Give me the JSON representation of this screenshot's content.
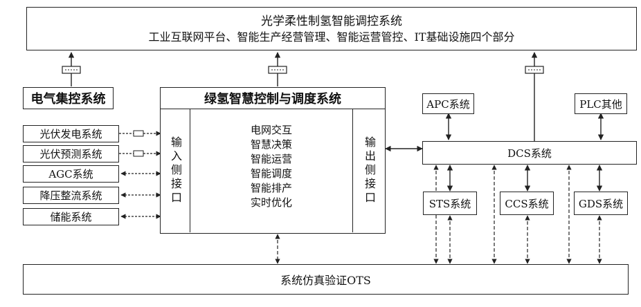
{
  "top_box": {
    "title": "光学柔性制氢智能调控系统",
    "subtitle": "工业互联网平台、智能生产经营管理、智能运营管控、IT基础设施四个部分"
  },
  "electric_box": {
    "label": "电气集控系统"
  },
  "green_box": {
    "title": "绿氢智慧控制与调度系统",
    "input_label": "输入侧接口",
    "output_label": "输出侧接口",
    "functions": [
      "电网交互",
      "智慧决策",
      "智能运营",
      "智能调度",
      "智能排产",
      "实时优化"
    ]
  },
  "left_inputs": [
    "光伏发电系统",
    "光伏预测系统",
    "AGC系统",
    "降压整流系统",
    "储能系统"
  ],
  "apc_box": {
    "label": "APC系统"
  },
  "plc_box": {
    "label": "PLC其他"
  },
  "dcs_box": {
    "label": "DCS系统"
  },
  "sts_box": {
    "label": "STS系统"
  },
  "ccs_box": {
    "label": "CCS系统"
  },
  "gds_box": {
    "label": "GDS系统"
  },
  "bottom_box": {
    "label": "系统仿真验证OTS"
  },
  "colors": {
    "line": "#222222",
    "background": "#ffffff"
  }
}
